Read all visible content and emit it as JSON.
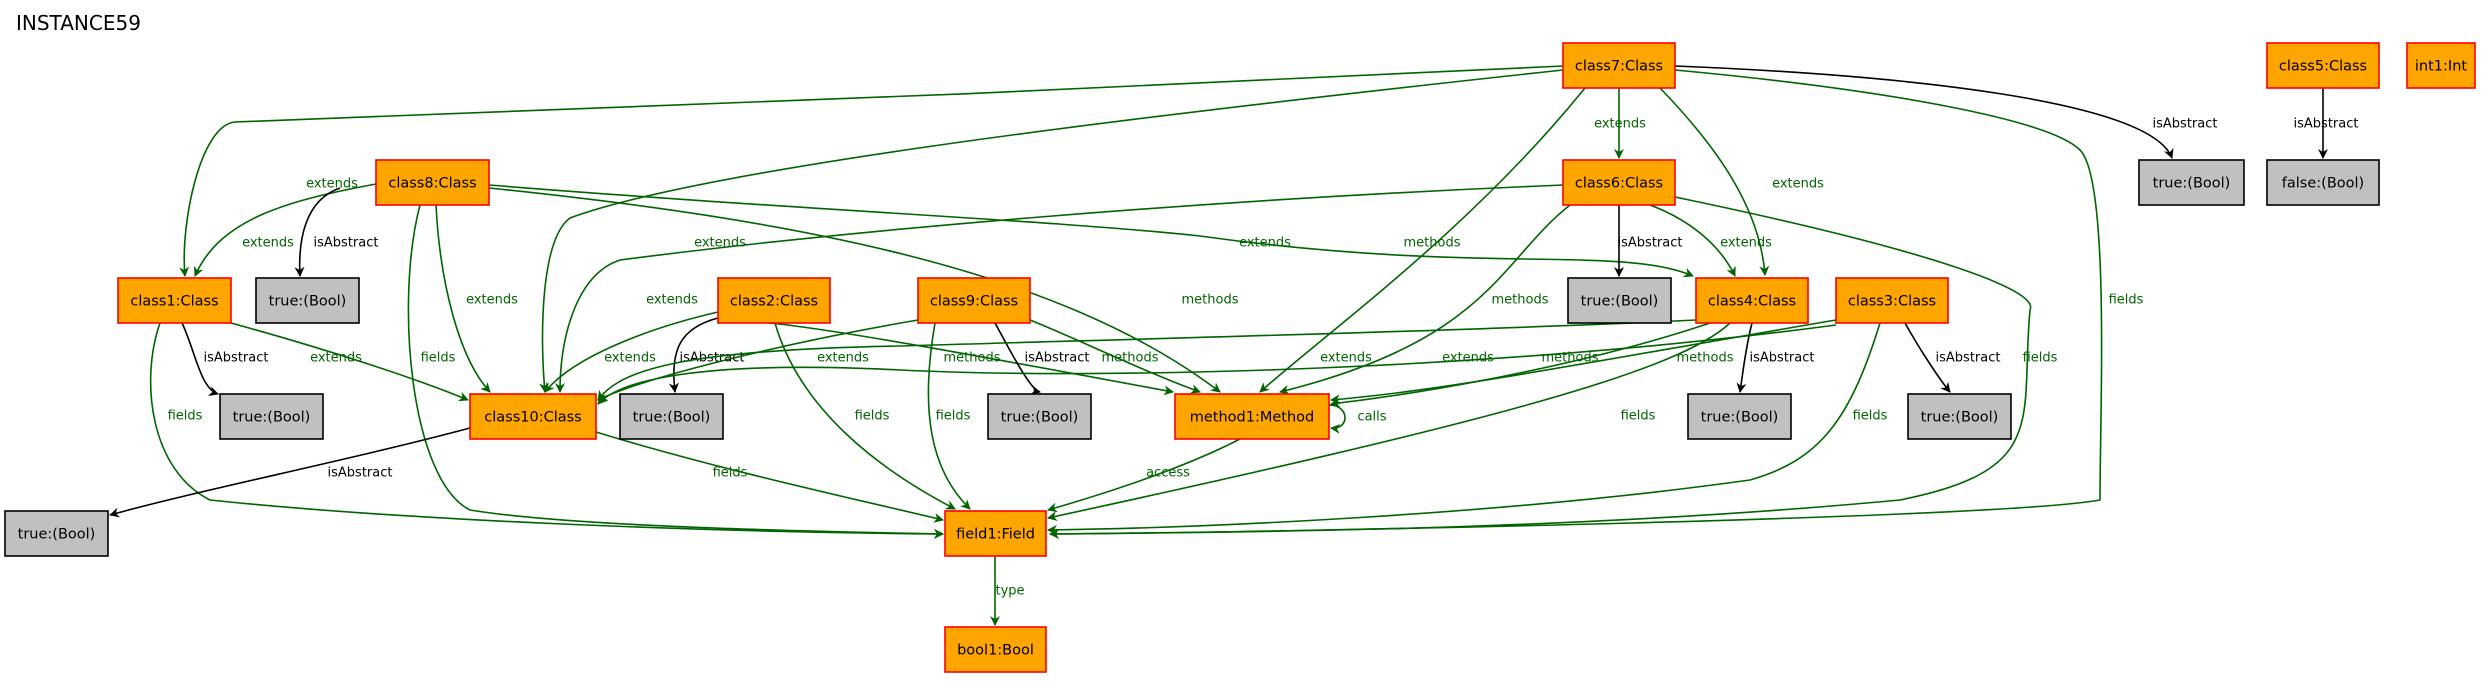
{
  "title": "INSTANCE59",
  "colors": {
    "class_fill": "#ffa500",
    "class_border": "#ff0000",
    "value_fill": "#c0c0c0",
    "value_border": "#000000",
    "green_edge": "#006400",
    "black_edge": "#000000"
  },
  "nodes": [
    {
      "id": "class7",
      "label": "class7:Class",
      "kind": "class"
    },
    {
      "id": "class5",
      "label": "class5:Class",
      "kind": "class"
    },
    {
      "id": "int1",
      "label": "int1:Int",
      "kind": "class"
    },
    {
      "id": "class8",
      "label": "class8:Class",
      "kind": "class"
    },
    {
      "id": "class6",
      "label": "class6:Class",
      "kind": "class"
    },
    {
      "id": "b7",
      "label": "true:(Bool)",
      "kind": "value"
    },
    {
      "id": "b5",
      "label": "false:(Bool)",
      "kind": "value"
    },
    {
      "id": "class1",
      "label": "class1:Class",
      "kind": "class"
    },
    {
      "id": "b8",
      "label": "true:(Bool)",
      "kind": "value"
    },
    {
      "id": "class2",
      "label": "class2:Class",
      "kind": "class"
    },
    {
      "id": "class9",
      "label": "class9:Class",
      "kind": "class"
    },
    {
      "id": "b6",
      "label": "true:(Bool)",
      "kind": "value"
    },
    {
      "id": "class4",
      "label": "class4:Class",
      "kind": "class"
    },
    {
      "id": "class3",
      "label": "class3:Class",
      "kind": "class"
    },
    {
      "id": "b1",
      "label": "true:(Bool)",
      "kind": "value"
    },
    {
      "id": "class10",
      "label": "class10:Class",
      "kind": "class"
    },
    {
      "id": "b2",
      "label": "true:(Bool)",
      "kind": "value"
    },
    {
      "id": "b9",
      "label": "true:(Bool)",
      "kind": "value"
    },
    {
      "id": "method1",
      "label": "method1:Method",
      "kind": "class"
    },
    {
      "id": "b4",
      "label": "true:(Bool)",
      "kind": "value"
    },
    {
      "id": "b3",
      "label": "true:(Bool)",
      "kind": "value"
    },
    {
      "id": "b10",
      "label": "true:(Bool)",
      "kind": "value"
    },
    {
      "id": "field1",
      "label": "field1:Field",
      "kind": "class"
    },
    {
      "id": "bool1",
      "label": "bool1:Bool",
      "kind": "class"
    }
  ],
  "edges": [
    {
      "id": "e01",
      "from": "class7",
      "to": "class6",
      "label": "extends",
      "kind": "green"
    },
    {
      "id": "e02",
      "from": "class7",
      "to": "class4",
      "label": "extends",
      "kind": "green"
    },
    {
      "id": "e03",
      "from": "class7",
      "to": "class1",
      "label": "extends",
      "kind": "green"
    },
    {
      "id": "e04",
      "from": "class7",
      "to": "class10",
      "label": "extends",
      "kind": "green"
    },
    {
      "id": "e05",
      "from": "class7",
      "to": "method1",
      "label": "methods",
      "kind": "green"
    },
    {
      "id": "e06",
      "from": "class7",
      "to": "field1",
      "label": "fields",
      "kind": "green"
    },
    {
      "id": "e07",
      "from": "class7",
      "to": "b7",
      "label": "isAbstract",
      "kind": "black"
    },
    {
      "id": "e08",
      "from": "class5",
      "to": "b5",
      "label": "isAbstract",
      "kind": "black"
    },
    {
      "id": "e09",
      "from": "class8",
      "to": "class1",
      "label": "extends",
      "kind": "green"
    },
    {
      "id": "e10",
      "from": "class8",
      "to": "b8",
      "label": "isAbstract",
      "kind": "black"
    },
    {
      "id": "e11",
      "from": "class8",
      "to": "class10",
      "label": "extends",
      "kind": "green"
    },
    {
      "id": "e12",
      "from": "class8",
      "to": "field1",
      "label": "fields",
      "kind": "green"
    },
    {
      "id": "e13",
      "from": "class8",
      "to": "class4",
      "label": "extends",
      "kind": "green"
    },
    {
      "id": "e14",
      "from": "class8",
      "to": "method1",
      "label": "methods",
      "kind": "green"
    },
    {
      "id": "e15",
      "from": "class6",
      "to": "class10",
      "label": "extends",
      "kind": "green"
    },
    {
      "id": "e16",
      "from": "class6",
      "to": "b6",
      "label": "isAbstract",
      "kind": "black"
    },
    {
      "id": "e17",
      "from": "class6",
      "to": "class4",
      "label": "extends",
      "kind": "green"
    },
    {
      "id": "e18",
      "from": "class6",
      "to": "method1",
      "label": "methods",
      "kind": "green"
    },
    {
      "id": "e19",
      "from": "class6",
      "to": "field1",
      "label": "fields",
      "kind": "green"
    },
    {
      "id": "e20",
      "from": "class1",
      "to": "b1",
      "label": "isAbstract",
      "kind": "black"
    },
    {
      "id": "e21",
      "from": "class1",
      "to": "class10",
      "label": "extends",
      "kind": "green"
    },
    {
      "id": "e22",
      "from": "class1",
      "to": "field1",
      "label": "fields",
      "kind": "green"
    },
    {
      "id": "e23",
      "from": "class2",
      "to": "class10",
      "label": "extends",
      "kind": "green"
    },
    {
      "id": "e24",
      "from": "class2",
      "to": "b2",
      "label": "isAbstract",
      "kind": "black"
    },
    {
      "id": "e25",
      "from": "class2",
      "to": "method1",
      "label": "methods",
      "kind": "green"
    },
    {
      "id": "e26",
      "from": "class2",
      "to": "field1",
      "label": "fields",
      "kind": "green"
    },
    {
      "id": "e27",
      "from": "class9",
      "to": "class10",
      "label": "extends",
      "kind": "green"
    },
    {
      "id": "e28",
      "from": "class9",
      "to": "b9",
      "label": "isAbstract",
      "kind": "black"
    },
    {
      "id": "e29",
      "from": "class9",
      "to": "method1",
      "label": "methods",
      "kind": "green"
    },
    {
      "id": "e30",
      "from": "class9",
      "to": "field1",
      "label": "fields",
      "kind": "green"
    },
    {
      "id": "e31",
      "from": "class4",
      "to": "class10",
      "label": "extends",
      "kind": "green"
    },
    {
      "id": "e32",
      "from": "class4",
      "to": "method1",
      "label": "methods",
      "kind": "green"
    },
    {
      "id": "e33",
      "from": "class4",
      "to": "b4",
      "label": "isAbstract",
      "kind": "black"
    },
    {
      "id": "e34",
      "from": "class4",
      "to": "field1",
      "label": "fields",
      "kind": "green"
    },
    {
      "id": "e35",
      "from": "class3",
      "to": "class10",
      "label": "extends",
      "kind": "green"
    },
    {
      "id": "e36",
      "from": "class3",
      "to": "method1",
      "label": "methods",
      "kind": "green"
    },
    {
      "id": "e37",
      "from": "class3",
      "to": "b3",
      "label": "isAbstract",
      "kind": "black"
    },
    {
      "id": "e38",
      "from": "class3",
      "to": "field1",
      "label": "fields",
      "kind": "green"
    },
    {
      "id": "e39",
      "from": "class10",
      "to": "b10",
      "label": "isAbstract",
      "kind": "black"
    },
    {
      "id": "e40",
      "from": "class10",
      "to": "field1",
      "label": "fields",
      "kind": "green"
    },
    {
      "id": "e41",
      "from": "method1",
      "to": "method1",
      "label": "calls",
      "kind": "green"
    },
    {
      "id": "e42",
      "from": "method1",
      "to": "field1",
      "label": "access",
      "kind": "green"
    },
    {
      "id": "e43",
      "from": "field1",
      "to": "bool1",
      "label": "type",
      "kind": "green"
    }
  ]
}
